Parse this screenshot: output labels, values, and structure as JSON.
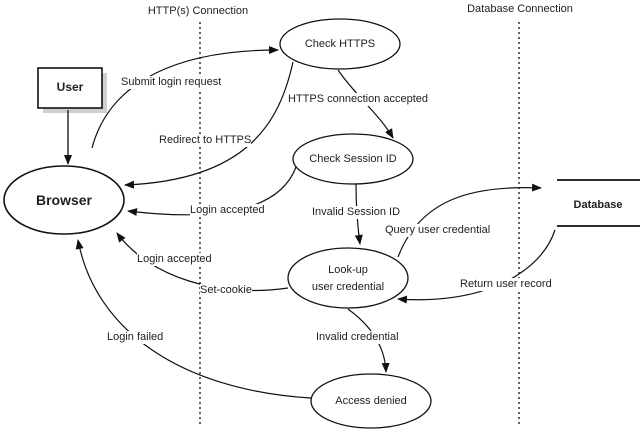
{
  "header": {
    "https_connection": "HTTP(s) Connection",
    "database_connection": "Database Connection"
  },
  "nodes": {
    "user": "User",
    "browser": "Browser",
    "check_https": "Check HTTPS",
    "check_session_id": "Check Session ID",
    "lookup_line1": "Look-up",
    "lookup_line2": "user credential",
    "access_denied": "Access denied",
    "database": "Database"
  },
  "edges": {
    "submit_login_request": "Submit login request",
    "redirect_to_https": "Redirect to HTTPS",
    "https_connection_accepted": "HTTPS connection accepted",
    "login_accepted_1": "Login accepted",
    "invalid_session_id": "Invalid Session ID",
    "query_user_credential": "Query user credential",
    "login_accepted_2": "Login accepted",
    "set_cookie": "Set-cookie",
    "return_user_record": "Return user record",
    "login_failed": "Login failed",
    "invalid_credential": "Invalid credential"
  }
}
